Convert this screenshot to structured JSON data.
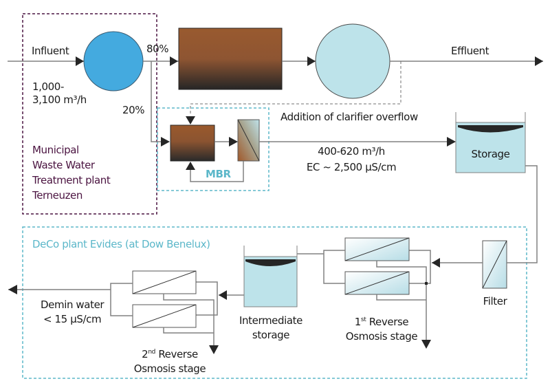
{
  "diagram": {
    "municipal_plant": {
      "label_lines": [
        "Municipal",
        "Waste Water",
        "Treatment plant",
        "Terneuzen"
      ],
      "border_color": "#4a1340"
    },
    "deco_plant": {
      "label": "DeCo plant Evides (at Dow Benelux)",
      "border_color": "#5bb7c9"
    },
    "flows": {
      "influent": "Influent",
      "influent_rate_line1": "1,000-",
      "influent_rate_line2": "3,100 m³/h",
      "split_main": "80%",
      "split_mbr": "20%",
      "effluent": "Effluent",
      "clarifier_overflow": "Addition of clarifier overflow",
      "mbr_out_rate": "400-620 m³/h",
      "mbr_out_ec": "EC ~ 2,500 µS/cm",
      "demin_line1": "Demin water",
      "demin_line2": "< 15 µS/cm"
    },
    "units": {
      "mbr": "MBR",
      "storage": "Storage",
      "filter": "Filter",
      "intermediate_line1": "Intermediate",
      "intermediate_line2": "storage",
      "ro1_num": "1",
      "ro1_sup": "st",
      "ro1_rest": " Reverse",
      "ro1_line2": "Osmosis stage",
      "ro2_num": "2",
      "ro2_sup": "nd",
      "ro2_rest": " Reverse",
      "ro2_line2": "Osmosis stage"
    },
    "colors": {
      "primary_clarifier": "#44aadf",
      "secondary_clarifier": "#bde3ea",
      "sludge_top": "#9a5a2e",
      "sludge_bottom": "#2a2a2a",
      "water": "#bde3ea",
      "line": "#808080"
    }
  }
}
